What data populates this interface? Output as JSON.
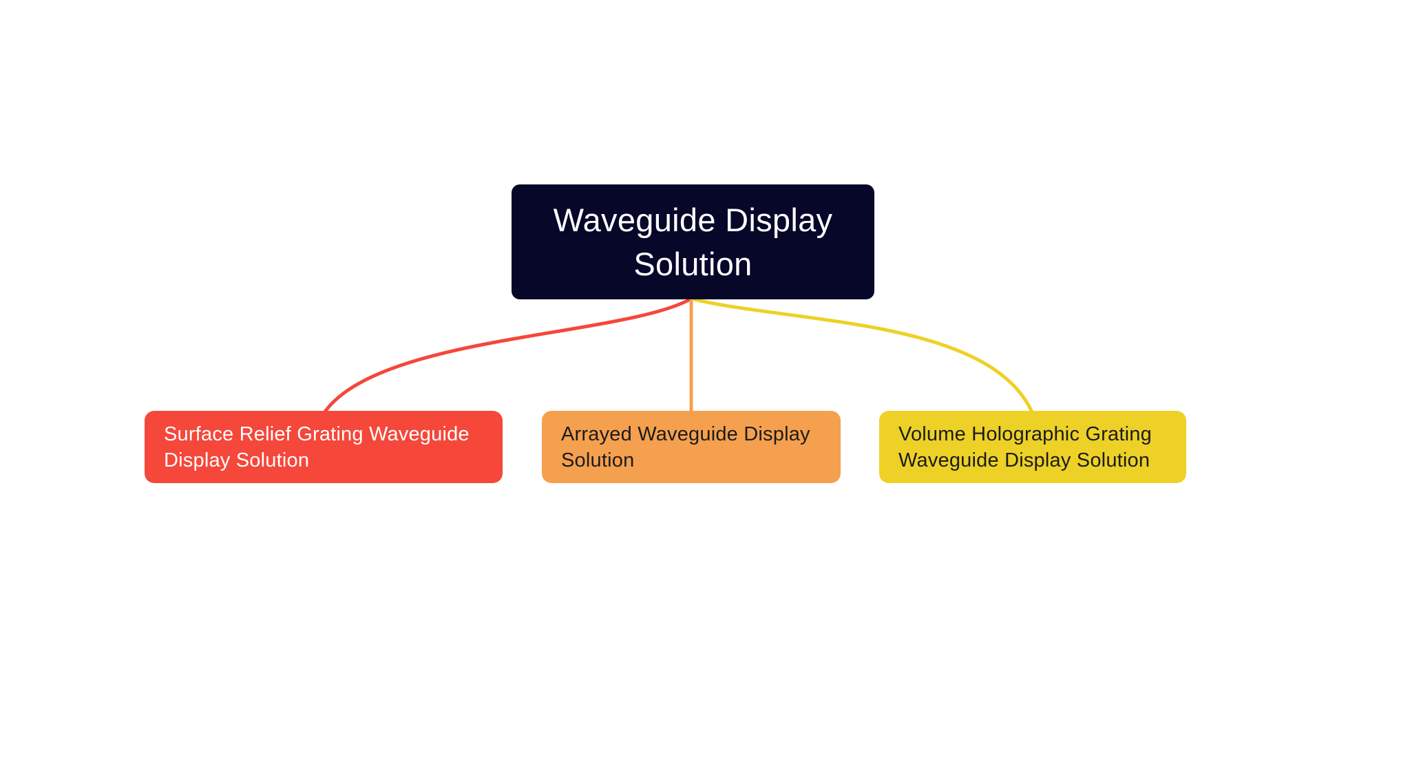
{
  "canvas": {
    "background_color": "#ffffff"
  },
  "mindmap": {
    "root": {
      "label": "Waveguide Display Solution",
      "lines": [
        "Waveguide Display",
        "Solution"
      ],
      "bg_color": "#07072a",
      "text_color": "#ffffff"
    },
    "children": [
      {
        "label": "Surface Relief Grating Waveguide Display Solution",
        "lines": [
          "Surface Relief Grating Waveguide",
          "Display Solution"
        ],
        "bg_color": "#f5473a",
        "text_color": "#ffffff",
        "connector_color": "#f5473a"
      },
      {
        "label": "Arrayed Waveguide Display Solution",
        "lines": [
          "Arrayed Waveguide Display",
          "Solution"
        ],
        "bg_color": "#f5a04e",
        "text_color": "#1b1b1b",
        "connector_color": "#f5a04e"
      },
      {
        "label": "Volume Holographic Grating Waveguide Display Solution",
        "lines": [
          "Volume Holographic Grating",
          "Waveguide Display Solution"
        ],
        "bg_color": "#edd126",
        "text_color": "#1b1b1b",
        "connector_color": "#edd126"
      }
    ]
  }
}
